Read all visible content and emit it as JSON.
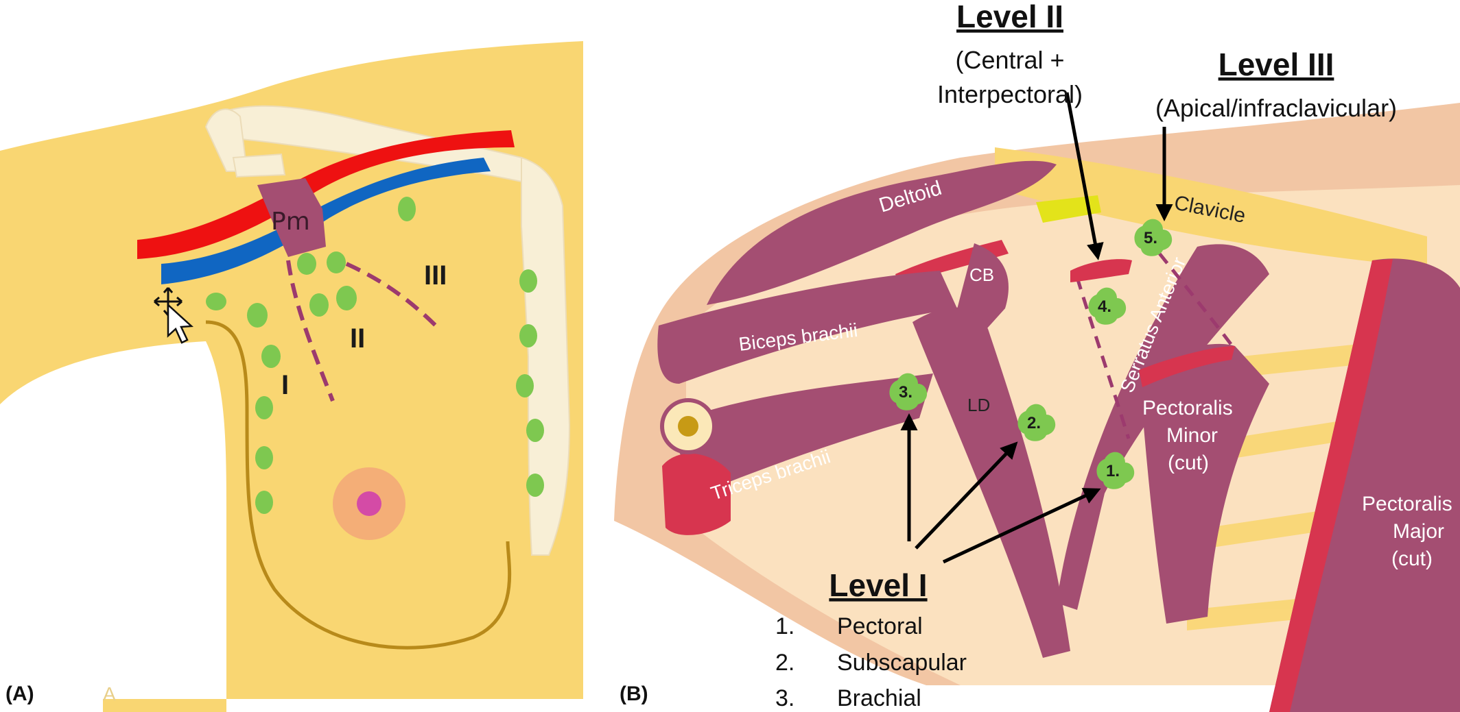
{
  "panel_a": {
    "panel_label": "(A)",
    "faint_label": "A",
    "pm_label": "Pm",
    "level_labels": {
      "one": "I",
      "two": "II",
      "three": "III"
    }
  },
  "panel_b": {
    "panel_label": "(B)",
    "muscles": {
      "deltoid": "Deltoid",
      "clavicle": "Clavicle",
      "cb": "CB",
      "biceps": "Biceps brachii",
      "triceps": "Triceps brachii",
      "ld": "LD",
      "serratus": "Serratus Anterior",
      "pec_minor": [
        "Pectoralis",
        "Minor",
        "(cut)"
      ],
      "pec_major": [
        "Pectoralis",
        "Major",
        "(cut)"
      ]
    },
    "node_numbers": [
      "1.",
      "2.",
      "3.",
      "4.",
      "5."
    ],
    "level_two": {
      "title": "Level II",
      "subtitle_lines": [
        "(Central +",
        "Interpectoral)"
      ]
    },
    "level_three": {
      "title": "Level III",
      "subtitle": "(Apical/infraclavicular)"
    },
    "level_one": {
      "title": "Level I",
      "items": [
        {
          "num": "1.",
          "label": "Pectoral"
        },
        {
          "num": "2.",
          "label": "Subscapular"
        },
        {
          "num": "3.",
          "label": "Brachial"
        }
      ]
    }
  },
  "colors": {
    "skin": "#f9d672",
    "skin_b": "#f2c6a4",
    "muscle": "#a44e72",
    "tendon_red": "#d7354f",
    "node_green": "#7ec850",
    "artery": "#ee1111",
    "vein": "#1066c2",
    "bone": "#f8efd6",
    "dash": "#9c3a6e"
  },
  "icons": [
    "move-cursor-icon",
    "pointer-cursor-icon"
  ]
}
